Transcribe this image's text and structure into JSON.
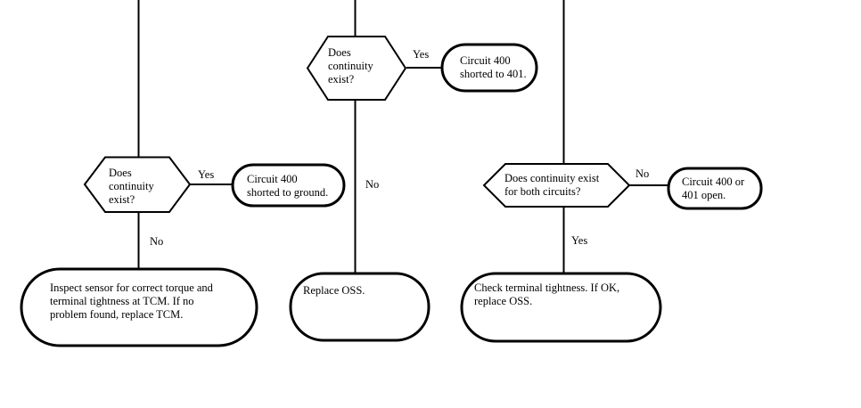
{
  "diagram": {
    "type": "flowchart",
    "title": "",
    "background_color": "#ffffff",
    "stroke_color": "#000000",
    "text_color": "#000000",
    "nodes": [
      {
        "id": "dec_mid",
        "shape": "hexagon",
        "text": "Does\ncontinuity\nexist?"
      },
      {
        "id": "res_mid_yes",
        "shape": "rounded-terminator",
        "text": "Circuit 400\nshorted to 401."
      },
      {
        "id": "dec_left",
        "shape": "hexagon",
        "text": "Does\ncontinuity\nexist?"
      },
      {
        "id": "res_left_yes",
        "shape": "rounded-terminator",
        "text": "Circuit 400\nshorted to ground."
      },
      {
        "id": "dec_right",
        "shape": "hexagon",
        "text": "Does continuity exist\nfor both circuits?"
      },
      {
        "id": "res_right_no",
        "shape": "rounded-terminator",
        "text": "Circuit 400 or\n401 open."
      },
      {
        "id": "end_left",
        "shape": "rounded-terminator",
        "text": "Inspect sensor for correct torque and\nterminal tightness at TCM. If no\nproblem found, replace TCM."
      },
      {
        "id": "end_mid",
        "shape": "rounded-terminator",
        "text": "Replace OSS."
      },
      {
        "id": "end_right",
        "shape": "rounded-terminator",
        "text": "Check terminal tightness. If OK,\nreplace OSS."
      }
    ],
    "edge_labels": [
      {
        "id": "lbl_mid_yes",
        "text": "Yes"
      },
      {
        "id": "lbl_mid_no",
        "text": "No"
      },
      {
        "id": "lbl_left_yes",
        "text": "Yes"
      },
      {
        "id": "lbl_left_no",
        "text": "No"
      },
      {
        "id": "lbl_right_no",
        "text": "No"
      },
      {
        "id": "lbl_right_yes",
        "text": "Yes"
      }
    ]
  }
}
